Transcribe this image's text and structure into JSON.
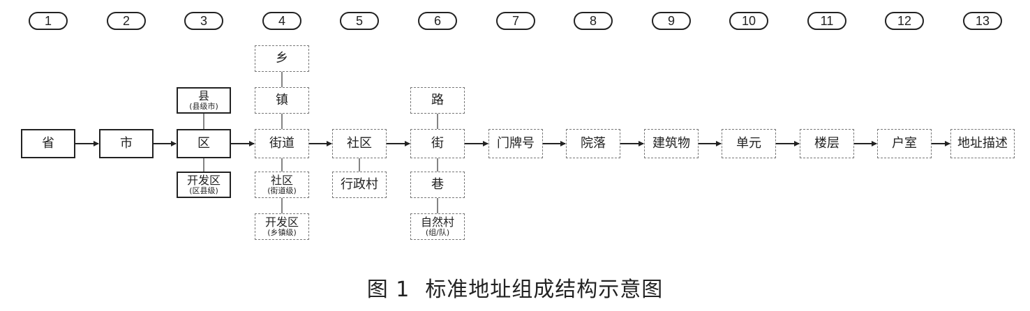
{
  "numbers": [
    "1",
    "2",
    "3",
    "4",
    "5",
    "6",
    "7",
    "8",
    "9",
    "10",
    "11",
    "12",
    "13"
  ],
  "nodes": {
    "sheng": {
      "main": "省"
    },
    "shi": {
      "main": "市"
    },
    "qu": {
      "main": "区"
    },
    "xian": {
      "main": "县",
      "sub": "(县级市)"
    },
    "kaifaqu_county": {
      "main": "开发区",
      "sub": "(区县级)"
    },
    "xiang": {
      "main": "乡"
    },
    "zhen": {
      "main": "镇"
    },
    "jiedao": {
      "main": "街道"
    },
    "shequ_street": {
      "main": "社区",
      "sub": "(街道级)"
    },
    "kaifaqu_town": {
      "main": "开发区",
      "sub": "(乡镇级)"
    },
    "shequ": {
      "main": "社区"
    },
    "xingzhengcun": {
      "main": "行政村"
    },
    "lu": {
      "main": "路"
    },
    "jie": {
      "main": "街"
    },
    "xiang_lane": {
      "main": "巷"
    },
    "zirancun": {
      "main": "自然村",
      "sub": "(组/队)"
    },
    "menpaihao": {
      "main": "门牌号"
    },
    "yuanluo": {
      "main": "院落"
    },
    "jianzhuwu": {
      "main": "建筑物"
    },
    "danyuan": {
      "main": "单元"
    },
    "louceng": {
      "main": "楼层"
    },
    "hushi": {
      "main": "户室"
    },
    "dizhimiaoshu": {
      "main": "地址描述"
    }
  },
  "caption": {
    "number": "图 1",
    "title": "标准地址组成结构示意图"
  }
}
